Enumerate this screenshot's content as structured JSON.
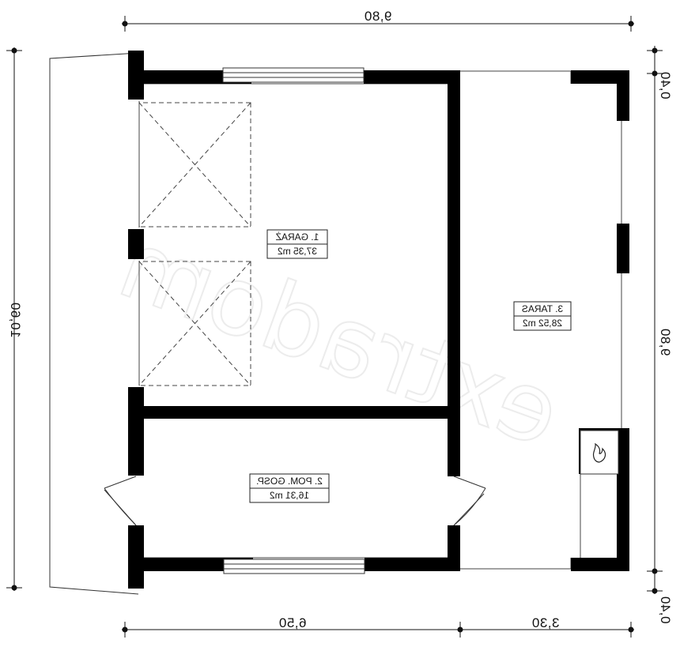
{
  "watermark": "extradom",
  "dimensions": {
    "overall_width": "9,80",
    "garage_width": "6,50",
    "terrace_width": "3,30",
    "overall_depth": "10,60",
    "terrace_depth": "9,80",
    "offset_top": "0,40",
    "offset_bottom": "0,40"
  },
  "rooms": [
    {
      "name": "1. GARAŻ",
      "area": "37,35 m2"
    },
    {
      "name": "2. POM. GOSP.",
      "area": "16,31 m2"
    },
    {
      "name": "3. TARAS",
      "area": "28,52 m2"
    }
  ],
  "icons": {
    "fireplace": "flame-icon"
  }
}
